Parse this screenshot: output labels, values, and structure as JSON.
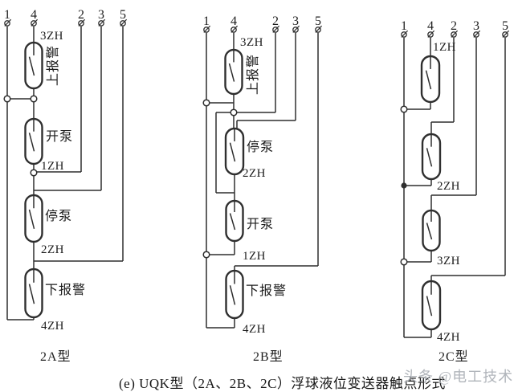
{
  "caption": "(e) UQK型（2A、2B、2C）浮球液位变送器触点形式",
  "watermark": "头条 @电工技术",
  "colors": {
    "wire": "#2f2f2f",
    "text": "#1c1c1c",
    "watermark": "#a9aeb4"
  },
  "diagrams": [
    {
      "type": "2A型",
      "terminals": [
        "1",
        "4",
        "2",
        "3",
        "5"
      ],
      "contacts": [
        {
          "code": "3ZH",
          "label": "上报警"
        },
        {
          "code": "1ZH",
          "label": "开泵"
        },
        {
          "code": "2ZH",
          "label": "停泵"
        },
        {
          "code": "4ZH",
          "label": "下报警"
        }
      ]
    },
    {
      "type": "2B型",
      "terminals": [
        "1",
        "4",
        "2",
        "3",
        "5"
      ],
      "contacts": [
        {
          "code": "3ZH",
          "label": "上报警"
        },
        {
          "code": "2ZH",
          "label": "停泵"
        },
        {
          "code": "1ZH",
          "label": "开泵"
        },
        {
          "code": "4ZH",
          "label": "下报警"
        }
      ]
    },
    {
      "type": "2C型",
      "terminals": [
        "1",
        "4",
        "2",
        "3",
        "5"
      ],
      "contacts": [
        {
          "code": "1ZH"
        },
        {
          "code": "2ZH"
        },
        {
          "code": "3ZH"
        },
        {
          "code": "4ZH"
        }
      ]
    }
  ]
}
